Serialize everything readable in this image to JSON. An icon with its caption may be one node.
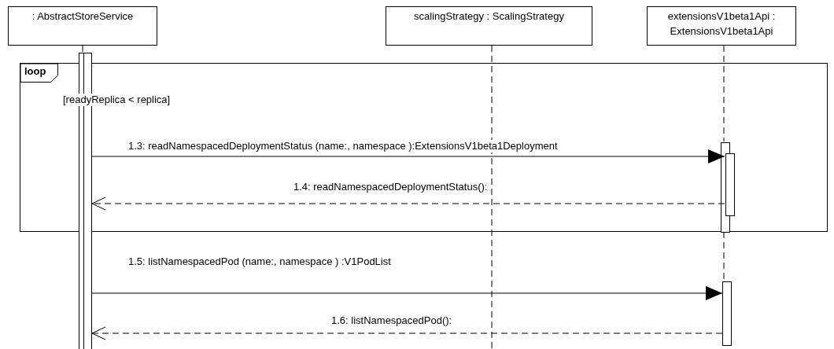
{
  "diagram": {
    "nodes": [
      {
        "text": [
          ": AbstractStoreService"
        ]
      },
      {
        "text": [
          "scalingStrategy : ScalingStrategy"
        ]
      },
      {
        "text": [
          "extensionsV1beta1Api : ExtensionsV1beta1Api"
        ]
      },
      {
        "text": [
          "loop",
          "[readyReplica < replica]"
        ]
      },
      {
        "text": [],
        "shape": "bar"
      },
      {
        "text": [],
        "shape": "bar"
      },
      {
        "text": [],
        "shape": "bar",
        "in": 3
      },
      {
        "text": [],
        "shape": "bar",
        "in": 3
      },
      {
        "text": [],
        "shape": "bar"
      }
    ],
    "edges": [
      {
        "from": 5,
        "to": 7,
        "arrow": "to",
        "label": "1.3: readNamespacedDeploymentStatus (name:, namespace ):ExtensionsV1beta1Deployment"
      },
      {
        "from": 7,
        "to": 5,
        "arrow": "to",
        "style": "dashed",
        "label": "1.4: readNamespacedDeploymentStatus():"
      },
      {
        "from": 5,
        "to": 8,
        "arrow": "to",
        "label": "1.5: listNamespacedPod (name:, namespace ) :V1PodList"
      },
      {
        "from": 8,
        "to": 5,
        "arrow": "to",
        "style": "dashed",
        "label": "1.6: listNamespacedPod():"
      },
      {
        "from": 0,
        "to": 4,
        "arrow": "none",
        "style": "dashed"
      },
      {
        "from": 2,
        "to": 6,
        "arrow": "none",
        "style": "dashed"
      },
      {
        "from": 6,
        "to": 8,
        "arrow": "none",
        "style": "dashed"
      },
      {
        "from": 1,
        "to": null,
        "arrow": "none",
        "style": "dashed"
      }
    ]
  }
}
